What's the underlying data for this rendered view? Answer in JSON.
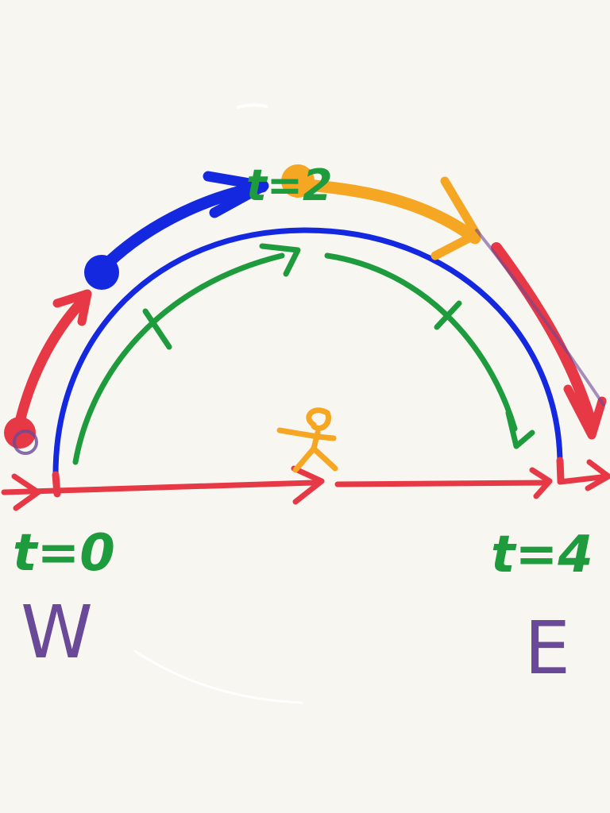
{
  "diagram": {
    "labels": {
      "t_start": "t=0",
      "t_mid": "t=2",
      "t_end": "t=4",
      "west": "W",
      "east": "E"
    },
    "colors": {
      "background": "#f8f6f1",
      "red": "#e63845",
      "blue": "#1428e0",
      "green": "#1e9b3c",
      "orange": "#f5a623",
      "purple": "#6a4a98"
    }
  }
}
